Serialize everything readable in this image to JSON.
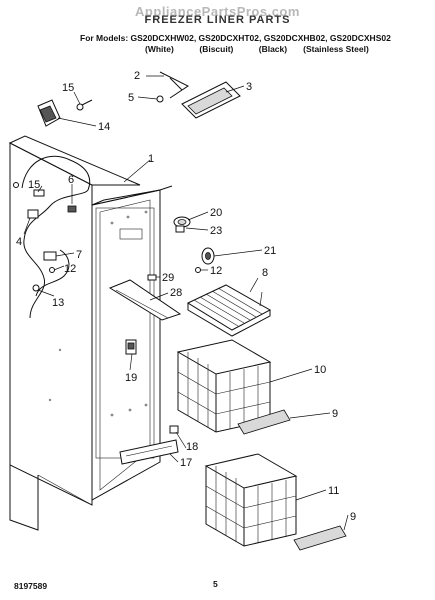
{
  "header": {
    "watermark": "AppliancePartsPros.com",
    "title": "FREEZER LINER PARTS",
    "models_line": "For Models: GS20DCXHW02, GS20DCXHT02, GS20DCXHB02, GS20DCXHS02",
    "finishes": [
      "(White)",
      "(Biscuit)",
      "(Black)",
      "(Stainless Steel)"
    ]
  },
  "callouts": [
    "1",
    "2",
    "3",
    "4",
    "5",
    "6",
    "7",
    "8",
    "9",
    "9",
    "11",
    "12",
    "12",
    "13",
    "14",
    "15",
    "15",
    "10",
    "17",
    "18",
    "19",
    "20",
    "21",
    "23",
    "28",
    "29"
  ],
  "footer": {
    "doc_number": "8197589",
    "page_number": "5"
  }
}
